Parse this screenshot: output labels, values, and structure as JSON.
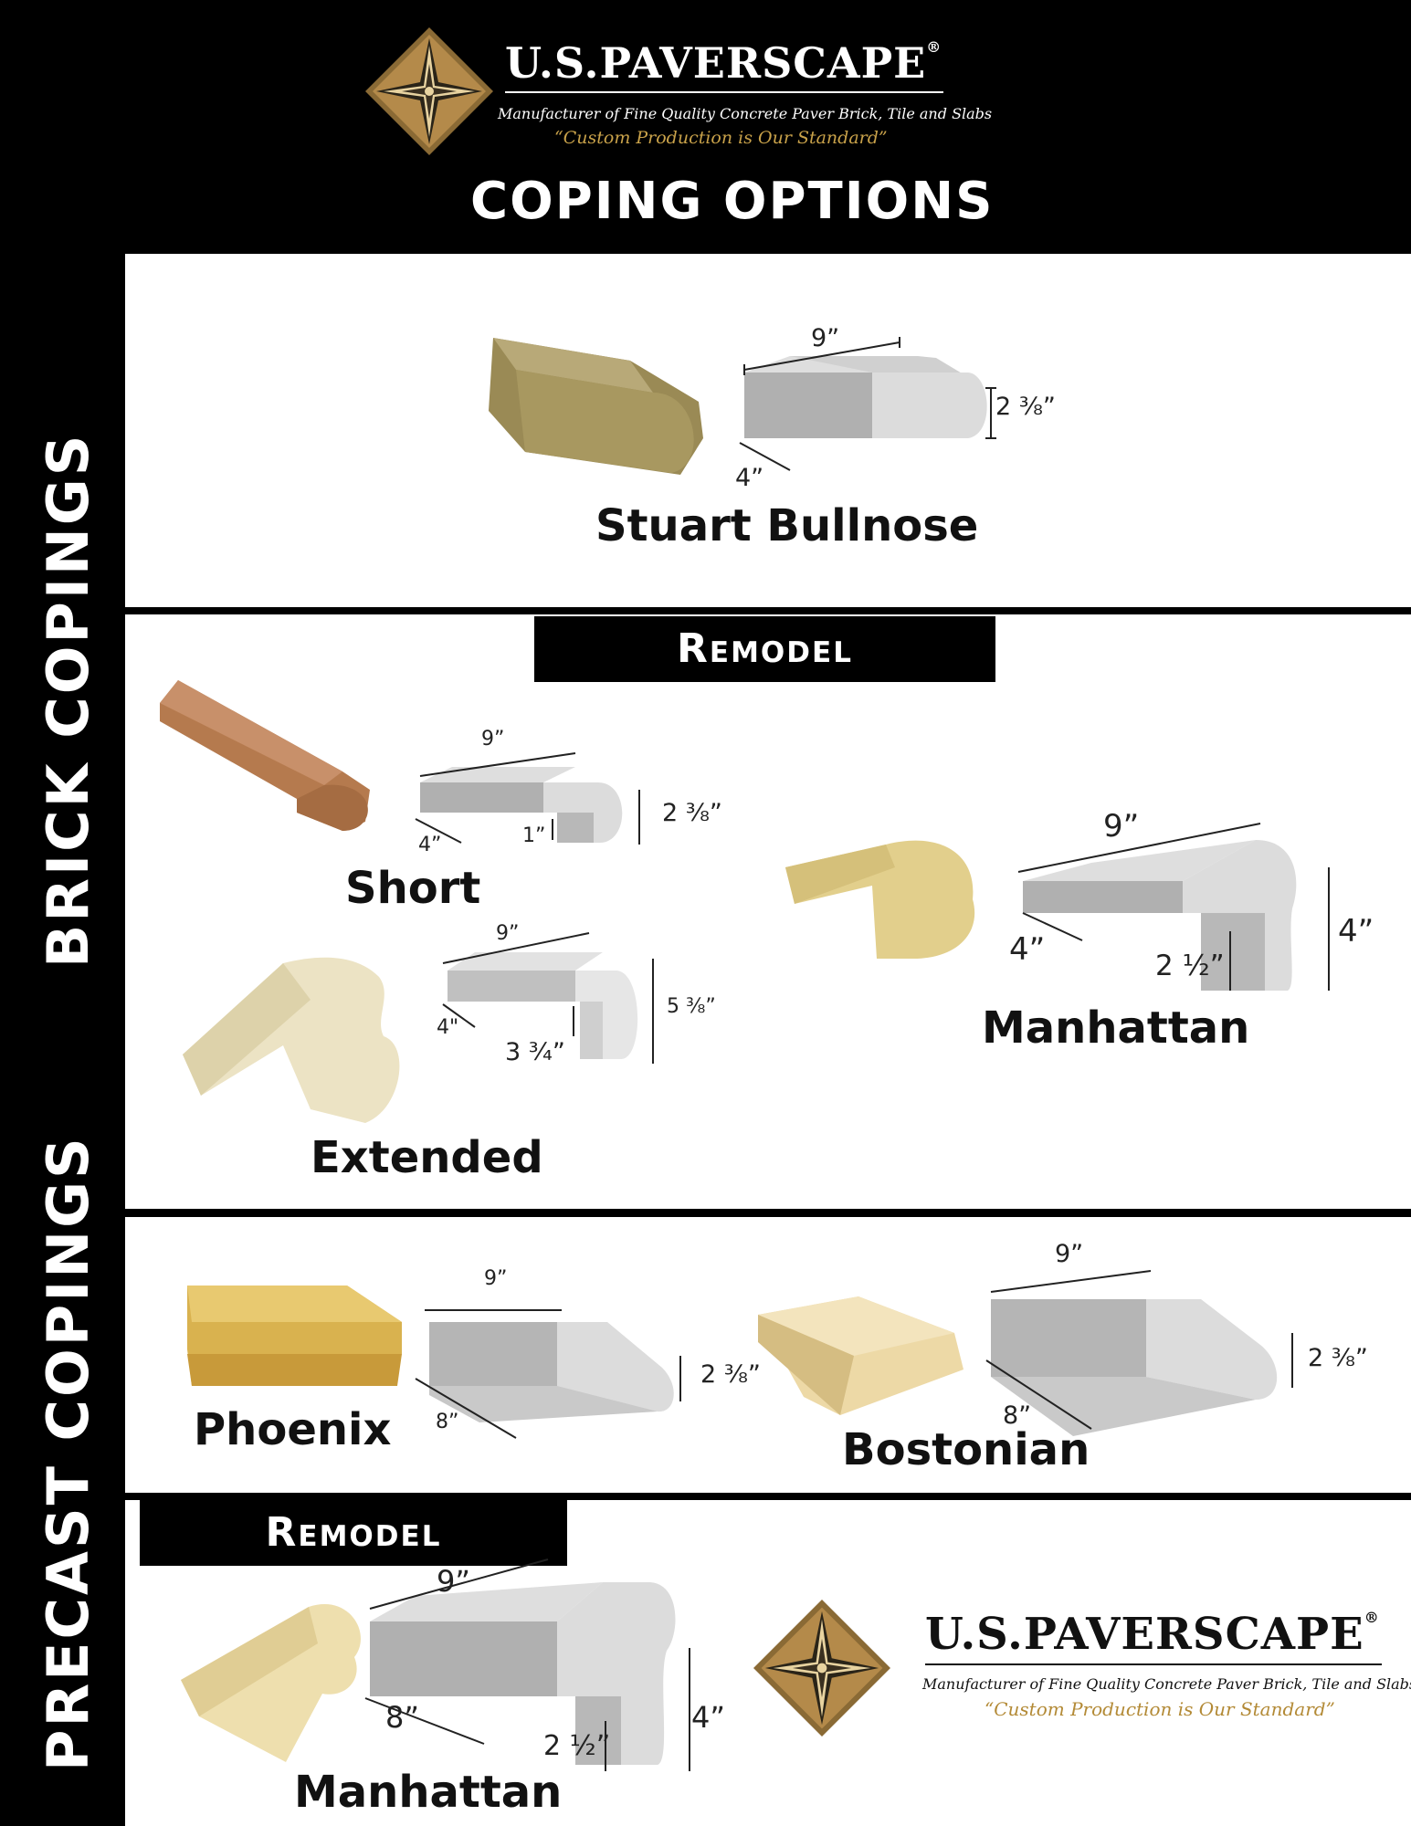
{
  "header": {
    "brand": "U.S.PAVERSCAPE",
    "registered": "®",
    "subtitle": "Manufacturer of Fine Quality Concrete Paver Brick, Tile and Slabs",
    "tagline": "“Custom Production is Our Standard”",
    "title": "COPING OPTIONS"
  },
  "side_labels": {
    "brick": "BRICK COPINGS",
    "precast": "PRECAST COPINGS"
  },
  "banners": {
    "remodel_1": "Remodel",
    "remodel_2": "Remodel"
  },
  "products": {
    "stuart": {
      "name": "Stuart Bullnose",
      "w": "9”",
      "h": "2 ⅜”",
      "d": "4”"
    },
    "short": {
      "name": "Short",
      "w": "9”",
      "h": "2 ⅜”",
      "d": "4”",
      "lip": "1”"
    },
    "extended": {
      "name": "Extended",
      "w": "9”",
      "h": "5 ⅜”",
      "d": "4\"",
      "lip": "3 ¾”"
    },
    "manhattan_brick": {
      "name": "Manhattan",
      "w": "9”",
      "h": "4”",
      "d": "4”",
      "lip": "2 ½”"
    },
    "phoenix": {
      "name": "Phoenix",
      "w": "9”",
      "h": "2 ⅜”",
      "d": "8”"
    },
    "bostonian": {
      "name": "Bostonian",
      "w": "9”",
      "h": "2 ⅜”",
      "d": "8”"
    },
    "manhattan_precast": {
      "name": "Manhattan",
      "w": "9”",
      "h": "4”",
      "d": "8”",
      "lip": "2 ½”"
    }
  },
  "footer_brand": {
    "brand": "U.S.PAVERSCAPE",
    "registered": "®",
    "subtitle": "Manufacturer of Fine Quality Concrete Paver Brick, Tile and Slabs",
    "tagline": "“Custom Production is Our Standard”"
  },
  "colors": {
    "background": "#000000",
    "panel": "#ffffff",
    "diagram_top": "#d2d2d2",
    "diagram_front": "#b0b0b0",
    "diagram_side": "#dedede",
    "gold": "#c9a24a"
  }
}
